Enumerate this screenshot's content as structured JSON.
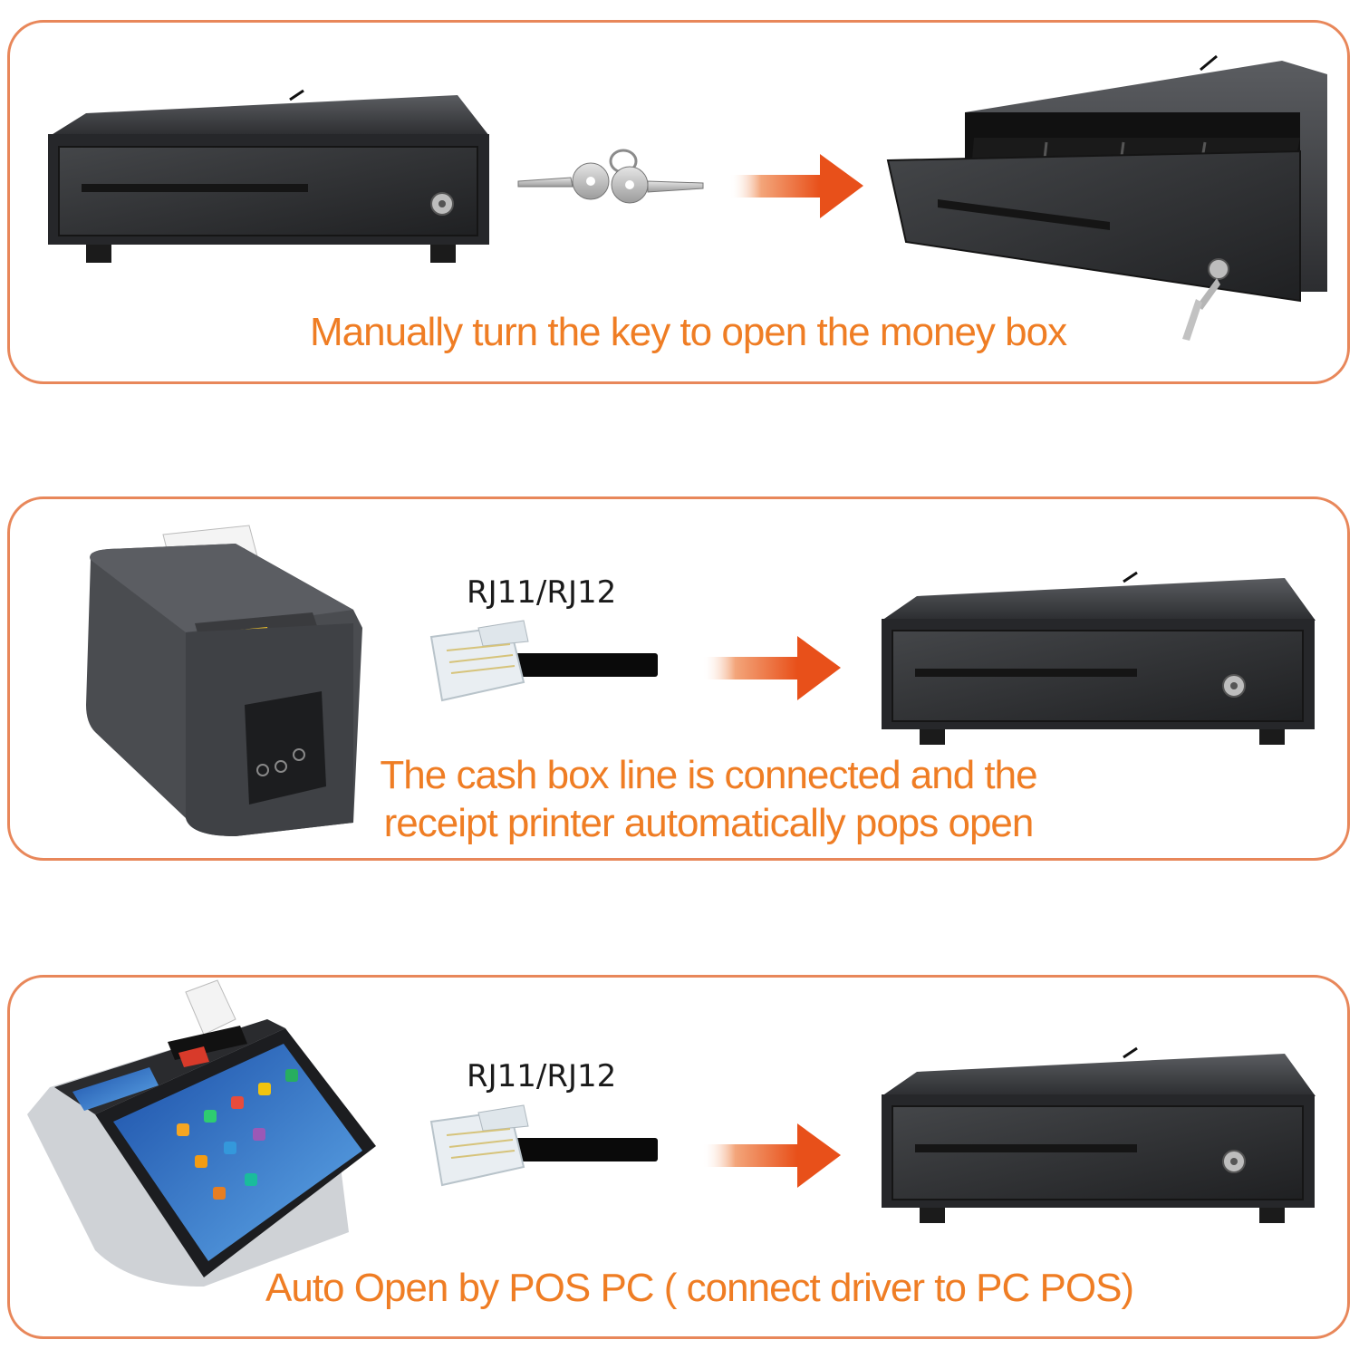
{
  "panels": [
    {
      "caption": "Manually turn the key to open the money box"
    },
    {
      "connector_label": "RJ11/RJ12",
      "caption_lines": [
        "The cash box line is connected and the",
        "receipt printer automatically pops open"
      ]
    },
    {
      "connector_label": "RJ11/RJ12",
      "caption": "Auto Open by POS PC ( connect driver to PC POS)"
    }
  ],
  "colors": {
    "border": "#e8875a",
    "caption": "#ef7d24",
    "arrow": "#ea5a1e",
    "drawer": "#2f3033"
  },
  "icons": [
    "cash-drawer-icon",
    "keys-icon",
    "arrow-right-icon",
    "open-drawer-icon",
    "receipt-printer-icon",
    "rj11-plug-icon",
    "pos-terminal-icon"
  ]
}
